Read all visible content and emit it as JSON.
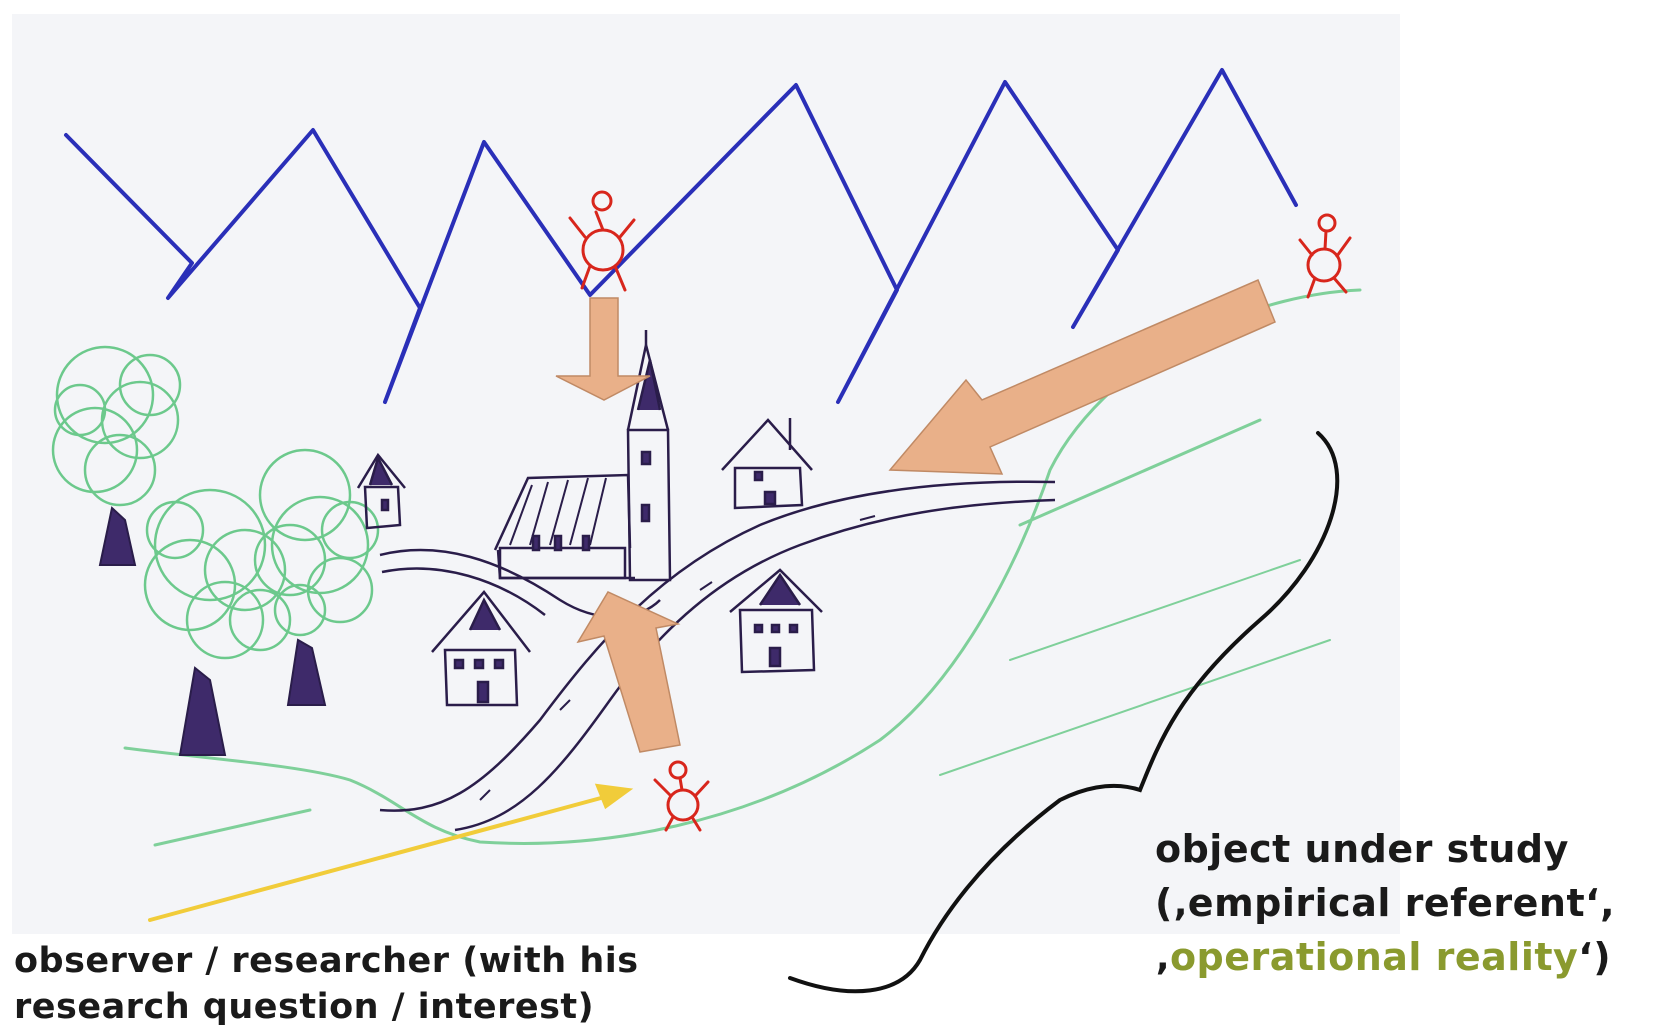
{
  "observer_caption": {
    "line1": "observer / researcher (with his",
    "line2": "research question / interest)"
  },
  "object_caption": {
    "line1": "object under study",
    "line2": "(‚empirical referent‘,",
    "line3_open": "‚",
    "line3_highlight": "operational reality",
    "line3_close": "‘)"
  },
  "colors": {
    "mountains": "#2a2fb8",
    "trees": "#6cc98c",
    "ink": "#2a1d4a",
    "people": "#d8261c",
    "arrows": "#e9b089",
    "arrow_outline": "#c08a65",
    "yellow_arrow": "#f1cc3a",
    "hill": "#7fd09a",
    "highlight_text": "#8a9a2e"
  }
}
